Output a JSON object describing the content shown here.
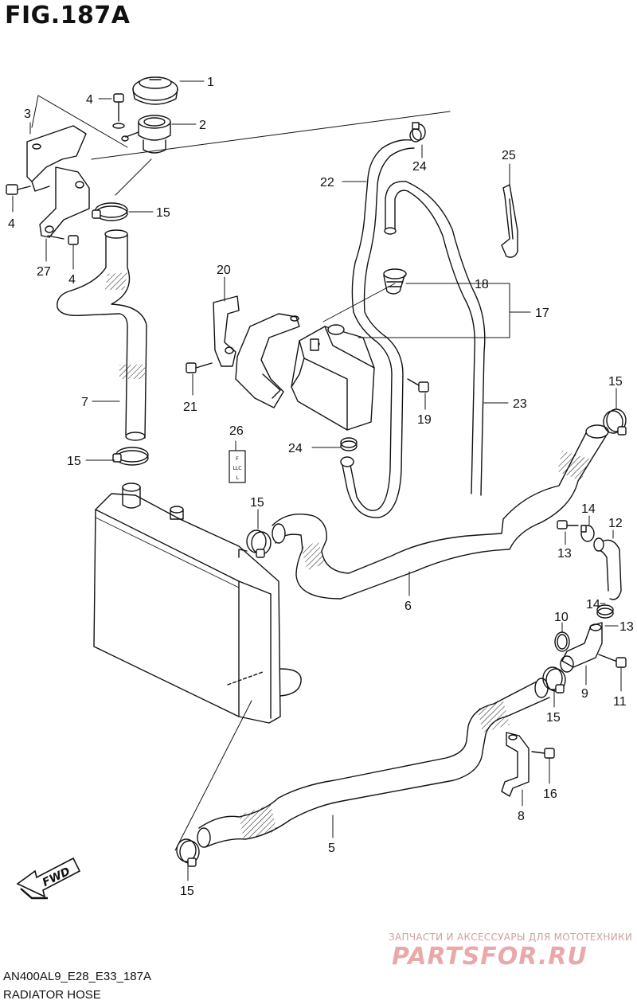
{
  "figure": {
    "title": "FIG.187A",
    "code": "AN400AL9_E28_E33_187A",
    "subtitle": "RADIATOR HOSE"
  },
  "watermark": {
    "top_text": "ЗАПЧАСТИ И АКСЕССУАРЫ ДЛЯ МОТОТЕХНИКИ",
    "logo_text": "PARTSFOR.RU"
  },
  "fwd_arrow": {
    "label": "FWD"
  },
  "tag": {
    "lines": [
      "F",
      "LLC",
      "L"
    ]
  },
  "callouts": [
    {
      "num": "1"
    },
    {
      "num": "2"
    },
    {
      "num": "3"
    },
    {
      "num": "4"
    },
    {
      "num": "4"
    },
    {
      "num": "4"
    },
    {
      "num": "27"
    },
    {
      "num": "15"
    },
    {
      "num": "7"
    },
    {
      "num": "15"
    },
    {
      "num": "22"
    },
    {
      "num": "24"
    },
    {
      "num": "25"
    },
    {
      "num": "20"
    },
    {
      "num": "18"
    },
    {
      "num": "17"
    },
    {
      "num": "21"
    },
    {
      "num": "19"
    },
    {
      "num": "23"
    },
    {
      "num": "26"
    },
    {
      "num": "24"
    },
    {
      "num": "15"
    },
    {
      "num": "15"
    },
    {
      "num": "14"
    },
    {
      "num": "12"
    },
    {
      "num": "13"
    },
    {
      "num": "6"
    },
    {
      "num": "14"
    },
    {
      "num": "10"
    },
    {
      "num": "13"
    },
    {
      "num": "11"
    },
    {
      "num": "9"
    },
    {
      "num": "15"
    },
    {
      "num": "16"
    },
    {
      "num": "8"
    },
    {
      "num": "5"
    },
    {
      "num": "15"
    }
  ],
  "colors": {
    "line": "#111111",
    "watermark": "#e8a5a5"
  }
}
